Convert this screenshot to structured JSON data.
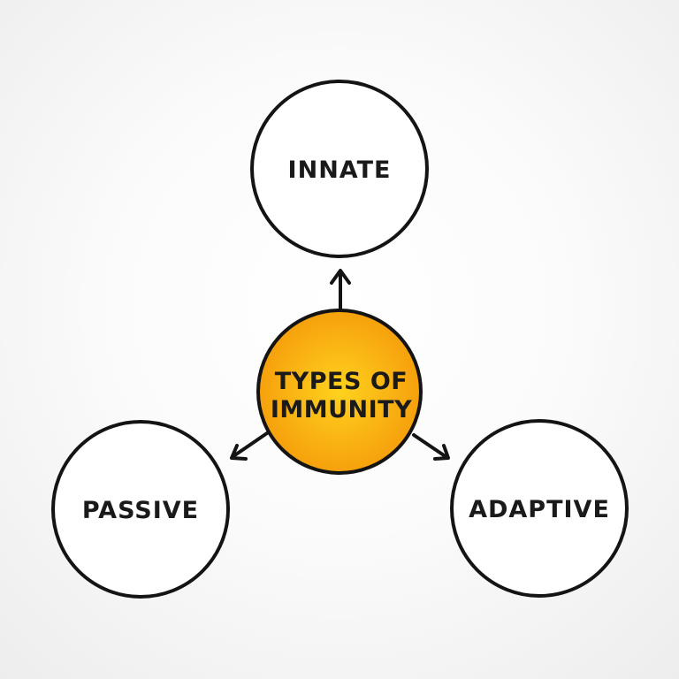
{
  "diagram": {
    "center": {
      "line1": "TYPES OF",
      "line2": "IMMUNITY",
      "fill_inner": "#ffd21e",
      "fill_outer": "#f59b0a"
    },
    "nodes": {
      "top": "INNATE",
      "left": "PASSIVE",
      "right": "ADAPTIVE"
    }
  }
}
